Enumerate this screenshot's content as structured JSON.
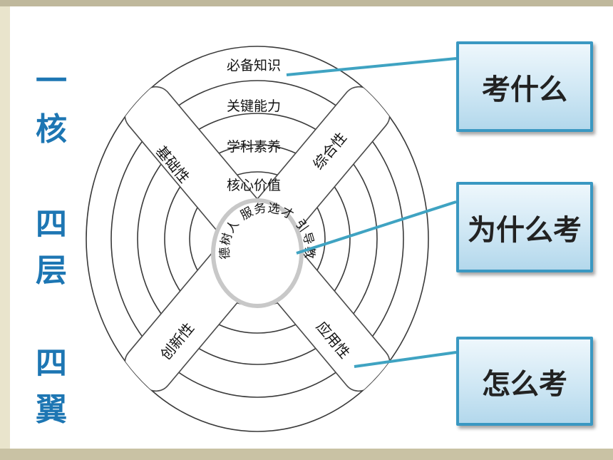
{
  "side_text": {
    "line1": [
      "一",
      "核"
    ],
    "line2": [
      "四",
      "层"
    ],
    "line3": [
      "四",
      "翼"
    ]
  },
  "rings": [
    "必备知识",
    "关键能力",
    "学科素养",
    "核心价值"
  ],
  "center_text": "立德树人 服务选才 引导教学",
  "wings": {
    "top_left": "基础性",
    "top_right": "综合性",
    "bottom_left": "创新性",
    "bottom_right": "应用性"
  },
  "callouts": {
    "what": "考什么",
    "why": "为什么考",
    "how": "怎么考"
  },
  "colors": {
    "side_text": "#1d76b3",
    "callout_border": "#3a98c2",
    "connector": "#3fa3c2"
  }
}
